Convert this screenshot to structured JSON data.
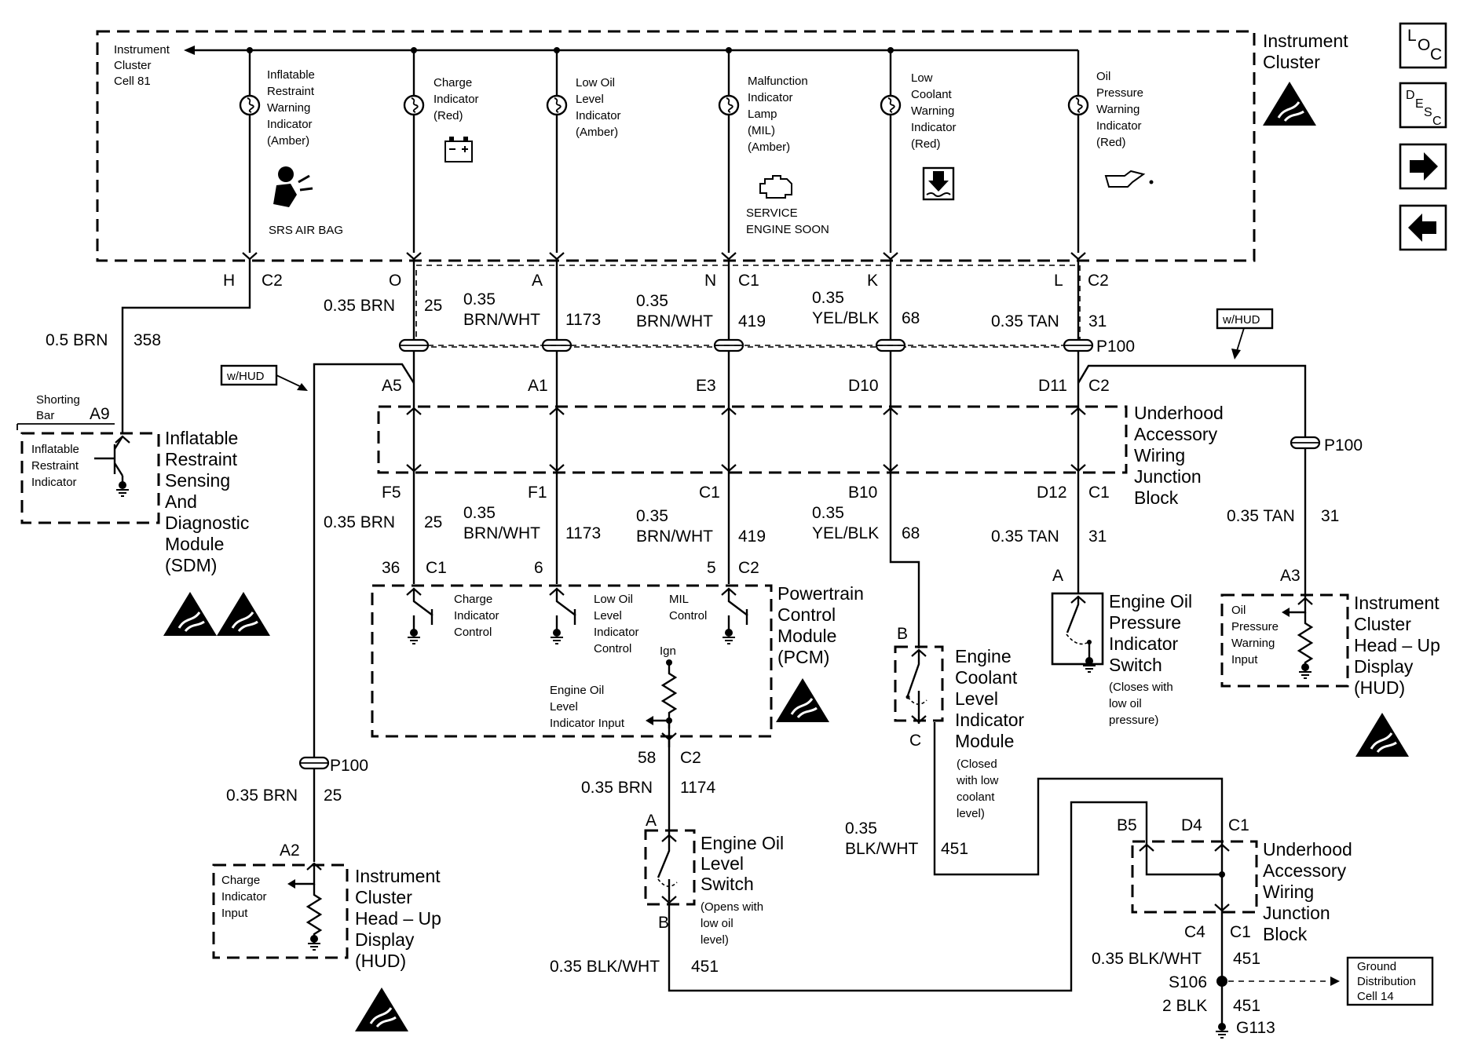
{
  "nav": {
    "loc_label": "LOC",
    "desc_label": "DESC",
    "next_icon": "arrow-right-icon",
    "prev_icon": "arrow-left-icon"
  },
  "instrument_cluster": {
    "title_line1": "Instrument",
    "title_line2": "Cluster",
    "ref_line1": "Instrument",
    "ref_line2": "Cluster",
    "ref_line3": "Cell 81",
    "airbag": {
      "l1": "Inflatable",
      "l2": "Restraint",
      "l3": "Warning",
      "l4": "Indicator",
      "l5": "(Amber)",
      "symbol_text": "SRS AIR BAG"
    },
    "charge": {
      "l1": "Charge",
      "l2": "Indicator",
      "l3": "(Red)"
    },
    "low_oil": {
      "l1": "Low Oil",
      "l2": "Level",
      "l3": "Indicator",
      "l4": "(Amber)"
    },
    "mil": {
      "l1": "Malfunction",
      "l2": "Indicator",
      "l3": "Lamp",
      "l4": "(MIL)",
      "l5": "(Amber)",
      "symbol_l1": "SERVICE",
      "symbol_l2": "ENGINE SOON"
    },
    "coolant": {
      "l1": "Low",
      "l2": "Coolant",
      "l3": "Warning",
      "l4": "Indicator",
      "l5": "(Red)"
    },
    "oil_pressure": {
      "l1": "Oil",
      "l2": "Pressure",
      "l3": "Warning",
      "l4": "Indicator",
      "l5": "(Red)"
    }
  },
  "cluster_pins": {
    "h": "H",
    "c2a": "C2",
    "o": "O",
    "a": "A",
    "n": "N",
    "c1": "C1",
    "k": "K",
    "l": "L",
    "c2b": "C2"
  },
  "upper_wires": {
    "w358_color": "0.5 BRN",
    "w358_num": "358",
    "w25_color": "0.35 BRN",
    "w25_num": "25",
    "w1173_gauge": "0.35",
    "w1173_color": "BRN/WHT",
    "w1173_num": "1173",
    "w419_gauge": "0.35",
    "w419_color": "BRN/WHT",
    "w419_num": "419",
    "w68_gauge": "0.35",
    "w68_color": "YEL/BLK",
    "w68_num": "68",
    "w31_color": "0.35 TAN",
    "w31_num": "31",
    "p100": "P100"
  },
  "whud_tag": "w/HUD",
  "junction_top": {
    "a5": "A5",
    "a1": "A1",
    "e3": "E3",
    "d10": "D10",
    "d11": "D11",
    "c2": "C2"
  },
  "junction_block": {
    "l1": "Underhood",
    "l2": "Accessory",
    "l3": "Wiring",
    "l4": "Junction",
    "l5": "Block"
  },
  "junction_bottom": {
    "f5": "F5",
    "f1": "F1",
    "c1": "C1",
    "b10": "B10",
    "d12": "D12",
    "c1b": "C1"
  },
  "mid_wires": {
    "w25_color": "0.35 BRN",
    "w25_num": "25",
    "w1173_gauge": "0.35",
    "w1173_color": "BRN/WHT",
    "w1173_num": "1173",
    "w419_gauge": "0.35",
    "w419_color": "BRN/WHT",
    "w419_num": "419",
    "w68_gauge": "0.35",
    "w68_color": "YEL/BLK",
    "w68_num": "68",
    "w31_color": "0.35 TAN",
    "w31_num": "31",
    "hud_w31_color": "0.35 TAN",
    "hud_w31_num": "31",
    "hud_p100": "P100"
  },
  "sdm": {
    "shorting1": "Shorting",
    "shorting2": "Bar",
    "pin": "A9",
    "inner1": "Inflatable",
    "inner2": "Restraint",
    "inner3": "Indicator",
    "t1": "Inflatable",
    "t2": "Restraint",
    "t3": "Sensing",
    "t4": "And",
    "t5": "Diagnostic",
    "t6": "Module",
    "t7": "(SDM)"
  },
  "pcm": {
    "p36": "36",
    "c1": "C1",
    "p6": "6",
    "p5": "5",
    "c2": "C2",
    "charge1": "Charge",
    "charge2": "Indicator",
    "charge3": "Control",
    "oil1": "Low Oil",
    "oil2": "Level",
    "oil3": "Indicator",
    "oil4": "Control",
    "mil1": "MIL",
    "mil2": "Control",
    "ign": "Ign",
    "input1": "Engine Oil",
    "input2": "Level",
    "input3": "Indicator Input",
    "t1": "Powertrain",
    "t2": "Control",
    "t3": "Module",
    "t4": "(PCM)",
    "p58": "58",
    "c2b": "C2",
    "w1174_color": "0.35 BRN",
    "w1174_num": "1174"
  },
  "oil_level_switch": {
    "pin_a": "A",
    "pin_b": "B",
    "t1": "Engine Oil",
    "t2": "Level",
    "t3": "Switch",
    "n1": "(Opens with",
    "n2": "low oil",
    "n3": "level)",
    "w451_color": "0.35 BLK/WHT",
    "w451_num": "451"
  },
  "hud_left": {
    "p100": "P100",
    "w25_color": "0.35 BRN",
    "w25_num": "25",
    "pin": "A2",
    "inner1": "Charge",
    "inner2": "Indicator",
    "inner3": "Input",
    "t1": "Instrument",
    "t2": "Cluster",
    "t3": "Head – Up",
    "t4": "Display",
    "t5": "(HUD)"
  },
  "coolant_module": {
    "pin_b": "B",
    "pin_c": "C",
    "t1": "Engine",
    "t2": "Coolant",
    "t3": "Level",
    "t4": "Indicator",
    "t5": "Module",
    "n1": "(Closed",
    "n2": "with low",
    "n3": "coolant",
    "n4": "level)",
    "w451_gauge": "0.35",
    "w451_color": "BLK/WHT",
    "w451_num": "451"
  },
  "oil_pressure_switch": {
    "pin": "A",
    "t1": "Engine Oil",
    "t2": "Pressure",
    "t3": "Indicator",
    "t4": "Switch",
    "n1": "(Closes with",
    "n2": "low oil",
    "n3": "pressure)"
  },
  "hud_right": {
    "pin": "A3",
    "inner1": "Oil",
    "inner2": "Pressure",
    "inner3": "Warning",
    "inner4": "Input",
    "t1": "Instrument",
    "t2": "Cluster",
    "t3": "Head – Up",
    "t4": "Display",
    "t5": "(HUD)"
  },
  "lower_junction": {
    "b5": "B5",
    "d4": "D4",
    "c1": "C1",
    "c4": "C4",
    "c1b": "C1",
    "t1": "Underhood",
    "t2": "Accessory",
    "t3": "Wiring",
    "t4": "Junction",
    "t5": "Block"
  },
  "ground": {
    "w451_color": "0.35 BLK/WHT",
    "w451_num": "451",
    "splice": "S106",
    "w451b_num": "451",
    "w2blk": "2 BLK",
    "g113": "G113",
    "ref1": "Ground",
    "ref2": "Distribution",
    "ref3": "Cell 14"
  }
}
